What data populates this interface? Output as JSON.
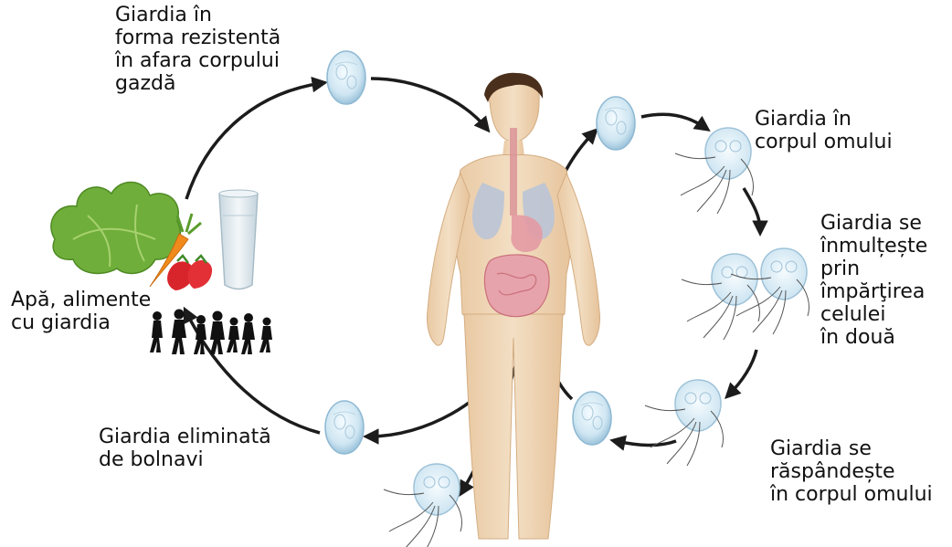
{
  "diagram": {
    "labels": {
      "cyst_outside_host": "Giardia în\nforma rezistentă\nîn afara corpului\ngazdă",
      "in_human_body": "Giardia în\ncorpul omului",
      "multiplies": "Giardia se\nînmulțește\nprin\nîmpărţirea\ncelulei\nîn două",
      "water_food": "Apă, alimente\ncu giardia",
      "eliminated": "Giardia eliminată\nde bolnavi",
      "spreads": "Giardia se\nrăspândește\nîn corpul omului"
    },
    "colors": {
      "arrow": "#1c1c1c",
      "cyst": "#cfe6f2",
      "cyst_edge": "#8fb9d3",
      "trophozoite": "#d9ecf6",
      "skin": "#efd6b4",
      "hair": "#4a2f1c",
      "lungs": "#b7c3d8",
      "intestine": "#e7a3ab",
      "lettuce": "#6fae3a",
      "carrot": "#f08a1c",
      "strawberry": "#d8252b",
      "glass": "#dfe9ef"
    },
    "icons": [
      "cyst-icon",
      "trophozoite-icon",
      "human-figure",
      "lettuce-icon",
      "carrot-icon",
      "strawberry-icon",
      "water-glass-icon",
      "people-silhouettes-icon"
    ]
  }
}
